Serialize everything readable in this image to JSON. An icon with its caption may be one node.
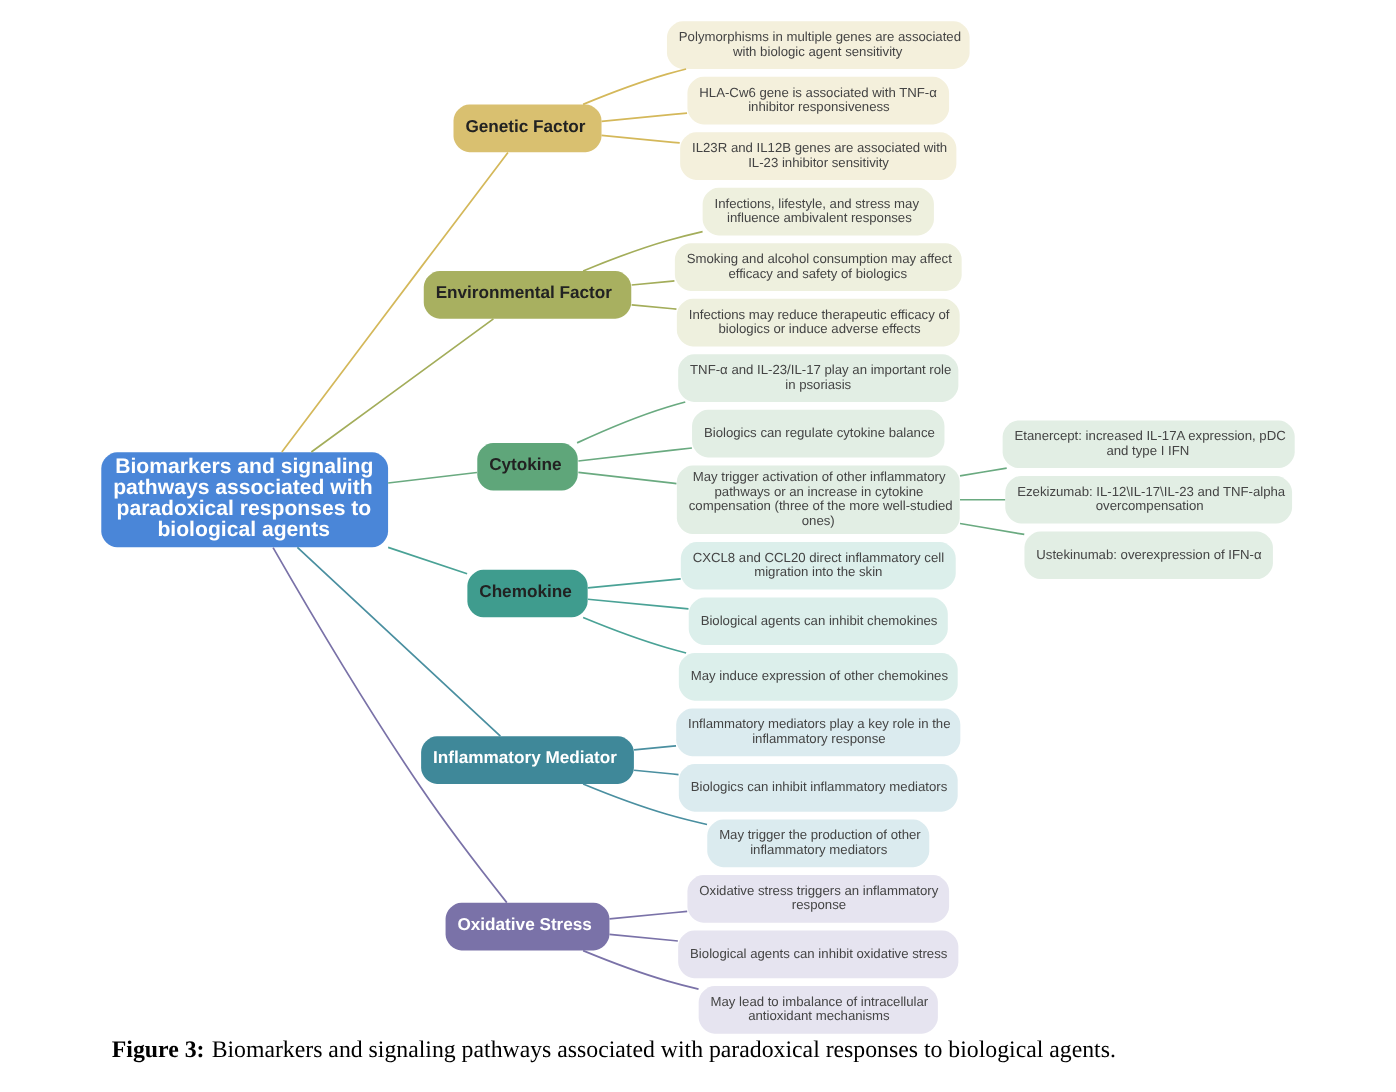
{
  "diagram": {
    "caption": "**Figure 3:** Biomarkers and signaling pathways associated with paradoxical responses to biological agents.",
    "nodes": [
      {
        "text": [
          "Biomarkers and signaling pathways associated with paradoxical responses to biological agents"
        ]
      },
      {
        "text": [
          "Genetic Factor"
        ]
      },
      {
        "text": [
          "Polymorphisms in multiple genes are associated with biologic agent sensitivity"
        ]
      },
      {
        "text": [
          "HLA-Cw6 gene is associated with TNF-α inhibitor responsiveness"
        ]
      },
      {
        "text": [
          "IL23R and IL12B genes are associated with IL-23 inhibitor sensitivity"
        ]
      },
      {
        "text": [
          "Environmental Factor"
        ]
      },
      {
        "text": [
          "Infections, lifestyle, and stress may influence ambivalent responses"
        ]
      },
      {
        "text": [
          "Smoking and alcohol consumption may affect efficacy and safety of biologics"
        ]
      },
      {
        "text": [
          "Infections may reduce therapeutic efficacy of biologics or induce adverse effects"
        ]
      },
      {
        "text": [
          "Cytokine"
        ]
      },
      {
        "text": [
          "TNF-α and IL-23/IL-17 play an important role in psoriasis"
        ]
      },
      {
        "text": [
          "Biologics can regulate cytokine balance"
        ]
      },
      {
        "text": [
          "May trigger activation of other inflammatory pathways or an increase in cytokine compensation (three of the more well-studied ones)"
        ]
      },
      {
        "text": [
          "Etanercept: increased IL-17A expression, pDC and type I IFN"
        ]
      },
      {
        "text": [
          "Ezekizumab: IL-12\\IL-17\\IL-23 and TNF-alpha overcompensation"
        ]
      },
      {
        "text": [
          "Ustekinumab: overexpression of IFN-α"
        ]
      },
      {
        "text": [
          "Chemokine"
        ]
      },
      {
        "text": [
          "CXCL8 and CCL20 direct inflammatory cell migration into the skin"
        ]
      },
      {
        "text": [
          "Biological agents can inhibit chemokines"
        ]
      },
      {
        "text": [
          "May induce expression of other chemokines"
        ]
      },
      {
        "text": [
          "Inflammatory Mediator"
        ]
      },
      {
        "text": [
          "Inflammatory mediators play a key role in the inflammatory response"
        ]
      },
      {
        "text": [
          "Biologics can inhibit inflammatory mediators"
        ]
      },
      {
        "text": [
          "May trigger the production of other inflammatory mediators"
        ]
      },
      {
        "text": [
          "Oxidative Stress"
        ]
      },
      {
        "text": [
          "Oxidative stress triggers an inflammatory response"
        ]
      },
      {
        "text": [
          "Biological agents can inhibit oxidative stress"
        ]
      },
      {
        "text": [
          "May lead to imbalance of intracellular antioxidant mechanisms"
        ]
      }
    ],
    "edges": [
      {
        "from": 0,
        "to": 1,
        "arrow": "none",
        "color": "#d4b85a"
      },
      {
        "from": 1,
        "to": 2,
        "arrow": "none",
        "color": "#d4b85a"
      },
      {
        "from": 1,
        "to": 3,
        "arrow": "none",
        "color": "#d4b85a"
      },
      {
        "from": 1,
        "to": 4,
        "arrow": "none",
        "color": "#d4b85a"
      },
      {
        "from": 0,
        "to": 5,
        "arrow": "none",
        "color": "#a3ad5a"
      },
      {
        "from": 5,
        "to": 6,
        "arrow": "none",
        "color": "#a3ad5a"
      },
      {
        "from": 5,
        "to": 7,
        "arrow": "none",
        "color": "#a3ad5a"
      },
      {
        "from": 5,
        "to": 8,
        "arrow": "none",
        "color": "#a3ad5a"
      },
      {
        "from": 0,
        "to": 9,
        "arrow": "none",
        "color": "#6aaa80"
      },
      {
        "from": 9,
        "to": 10,
        "arrow": "none",
        "color": "#6aaa80"
      },
      {
        "from": 9,
        "to": 11,
        "arrow": "none",
        "color": "#6aaa80"
      },
      {
        "from": 9,
        "to": 12,
        "arrow": "none",
        "color": "#6aaa80"
      },
      {
        "from": 12,
        "to": 13,
        "arrow": "none",
        "color": "#6aaa80"
      },
      {
        "from": 12,
        "to": 14,
        "arrow": "none",
        "color": "#6aaa80"
      },
      {
        "from": 12,
        "to": 15,
        "arrow": "none",
        "color": "#6aaa80"
      },
      {
        "from": 0,
        "to": 16,
        "arrow": "none",
        "color": "#4aa296"
      },
      {
        "from": 16,
        "to": 17,
        "arrow": "none",
        "color": "#4aa296"
      },
      {
        "from": 16,
        "to": 18,
        "arrow": "none",
        "color": "#4aa296"
      },
      {
        "from": 16,
        "to": 19,
        "arrow": "none",
        "color": "#4aa296"
      },
      {
        "from": 0,
        "to": 20,
        "arrow": "none",
        "color": "#4a8fa0"
      },
      {
        "from": 20,
        "to": 21,
        "arrow": "none",
        "color": "#4a8fa0"
      },
      {
        "from": 20,
        "to": 22,
        "arrow": "none",
        "color": "#4a8fa0"
      },
      {
        "from": 20,
        "to": 23,
        "arrow": "none",
        "color": "#4a8fa0"
      },
      {
        "from": 0,
        "to": 24,
        "arrow": "none",
        "color": "#7a72a8"
      },
      {
        "from": 24,
        "to": 25,
        "arrow": "none",
        "color": "#7a72a8"
      },
      {
        "from": 24,
        "to": 26,
        "arrow": "none",
        "color": "#7a72a8"
      },
      {
        "from": 24,
        "to": 27,
        "arrow": "none",
        "color": "#7a72a8"
      }
    ]
  }
}
